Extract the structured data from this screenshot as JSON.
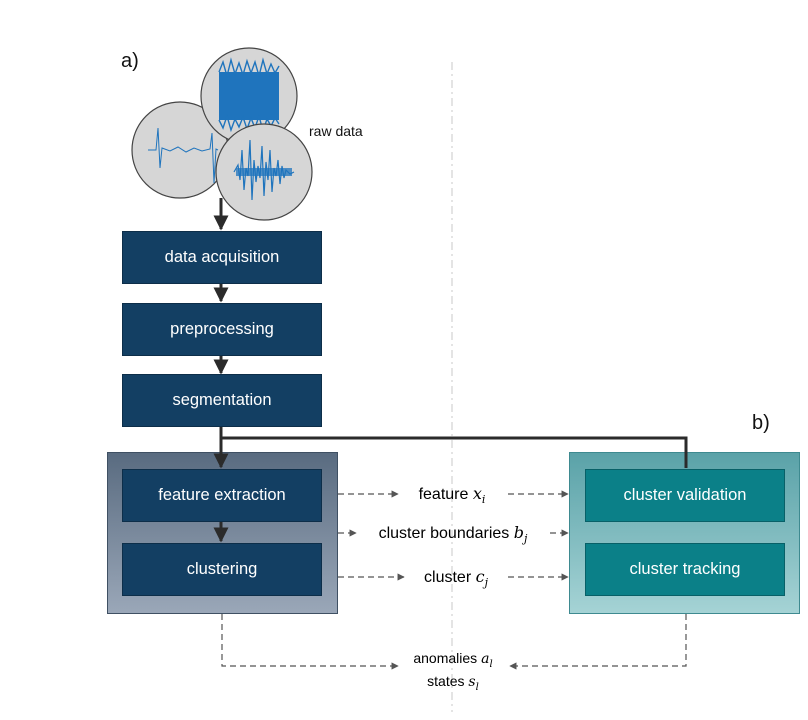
{
  "panels": {
    "a": "a)",
    "b": "b)"
  },
  "raw_data_label": "raw data",
  "pipeline": {
    "data_acquisition": "data acquisition",
    "preprocessing": "preprocessing",
    "segmentation": "segmentation",
    "feature_extraction": "feature extraction",
    "clustering": "clustering"
  },
  "right": {
    "cluster_validation": "cluster validation",
    "cluster_tracking": "cluster tracking"
  },
  "links": {
    "feature": {
      "text": "feature",
      "sym": "x",
      "sub": "i"
    },
    "cluster_boundaries": {
      "text": "cluster boundaries",
      "sym": "b",
      "sub": "j"
    },
    "cluster": {
      "text": "cluster",
      "sym": "c",
      "sub": "j"
    }
  },
  "outputs": {
    "anomalies": {
      "text": "anomalies",
      "sym": "a",
      "sub": "l"
    },
    "states": {
      "text": "states",
      "sym": "s",
      "sub": "l"
    }
  },
  "colors": {
    "navy": "#133f63",
    "teal": "#0b8088",
    "group_left": "#7d8da0",
    "group_right": "#7fbcbf",
    "signal": "#1f74bd",
    "circle_fill": "#d6d6d6"
  }
}
